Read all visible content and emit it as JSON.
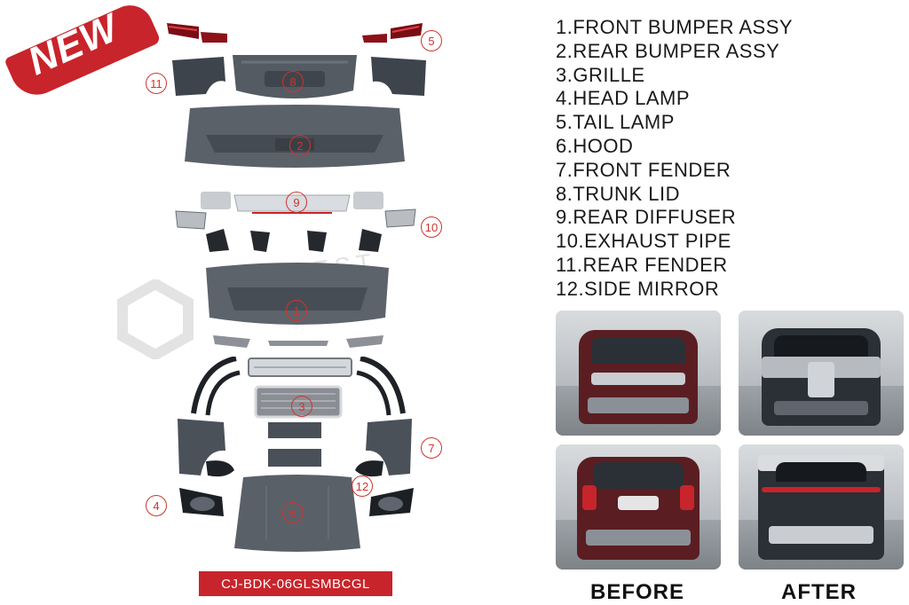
{
  "badge": {
    "text": "NEW"
  },
  "watermark": {
    "text": "CHEST"
  },
  "product_code": "CJ-BDK-06GLSMBCGL",
  "callouts": [
    "1",
    "2",
    "3",
    "4",
    "5",
    "6",
    "7",
    "8",
    "9",
    "10",
    "11",
    "12"
  ],
  "parts_list": [
    "1.FRONT BUMPER ASSY",
    "2.REAR BUMPER ASSY",
    "3.GRILLE",
    "4.HEAD LAMP",
    "5.TAIL LAMP",
    "6.HOOD",
    "7.FRONT FENDER",
    "8.TRUNK LID",
    "9.REAR DIFFUSER",
    "10.EXHAUST PIPE",
    "11.REAR FENDER",
    "12.SIDE MIRROR"
  ],
  "captions": {
    "before": "BEFORE",
    "after": "AFTER"
  },
  "colors": {
    "accent": "#c8242b",
    "part_gray": "#4a5058",
    "chrome": "#c9ccd0",
    "before_car": "#5a1e22",
    "after_car": "#2b2f36"
  }
}
